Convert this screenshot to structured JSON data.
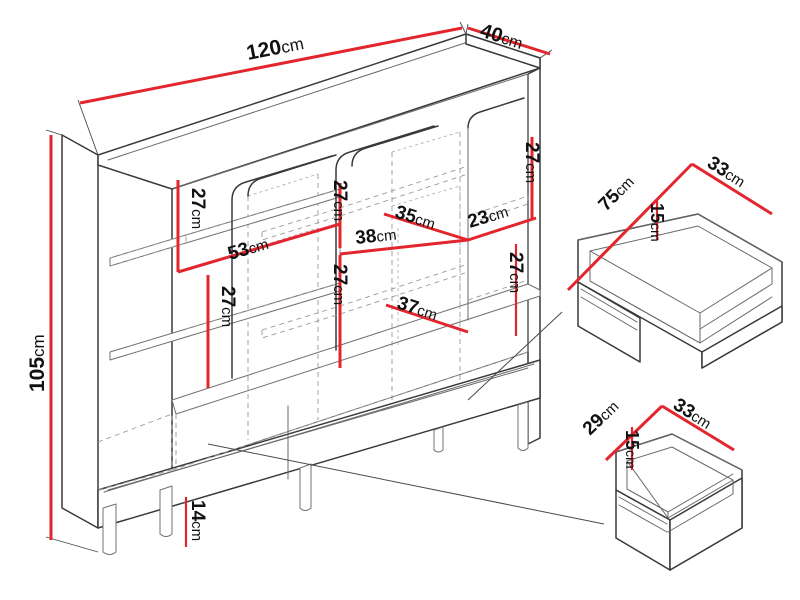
{
  "diagram": {
    "title": "Sideboard cabinet dimension drawing",
    "units": "cm",
    "colors": {
      "dimension_red": "#e3262d",
      "outline_gray": "#3a3a3a",
      "hidden_gray": "#9a9a9a",
      "background": "#ffffff"
    },
    "main_cabinet": {
      "name": "3-door sideboard",
      "overall": {
        "width": "120cm",
        "depth": "40cm",
        "height": "105cm",
        "leg_height": "14cm"
      },
      "interior": {
        "left_compartment_upper_height": "27cm",
        "left_compartment_lower_height": "27cm",
        "left_shelf_width": "53cm",
        "middle_upper_height": "27cm",
        "middle_lower_height": "27cm",
        "middle_shelf_width_front": "38cm",
        "middle_shelf_width_back": "35cm",
        "middle_shelf_width_lower": "37cm",
        "right_compartment_top_height": "27cm",
        "right_compartment_lower_height": "27cm",
        "right_shelf_width": "23cm"
      }
    },
    "drawer_large": {
      "name": "Large drawer",
      "width": "75cm",
      "depth": "33cm",
      "height": "15cm"
    },
    "drawer_small": {
      "name": "Small drawer",
      "width": "29cm",
      "depth": "33cm",
      "height": "15cm"
    },
    "labels": {
      "width_120": {
        "num": "120",
        "unit": "cm"
      },
      "depth_40": {
        "num": "40",
        "unit": "cm"
      },
      "height_105": {
        "num": "105",
        "unit": "cm"
      },
      "leg_14": {
        "num": "14",
        "unit": "cm"
      },
      "left_upper_27": {
        "num": "27",
        "unit": "cm"
      },
      "left_lower_27": {
        "num": "27",
        "unit": "cm"
      },
      "shelf_53": {
        "num": "53",
        "unit": "cm"
      },
      "mid_upper_27": {
        "num": "27",
        "unit": "cm"
      },
      "mid_lower_27": {
        "num": "27",
        "unit": "cm"
      },
      "shelf_38": {
        "num": "38",
        "unit": "cm"
      },
      "shelf_35": {
        "num": "35",
        "unit": "cm"
      },
      "shelf_37": {
        "num": "37",
        "unit": "cm"
      },
      "right_top_27": {
        "num": "27",
        "unit": "cm"
      },
      "right_lower_27": {
        "num": "27",
        "unit": "cm"
      },
      "shelf_23": {
        "num": "23",
        "unit": "cm"
      },
      "drawer_large_75": {
        "num": "75",
        "unit": "cm"
      },
      "drawer_large_33": {
        "num": "33",
        "unit": "cm"
      },
      "drawer_large_15": {
        "num": "15",
        "unit": "cm"
      },
      "drawer_small_29": {
        "num": "29",
        "unit": "cm"
      },
      "drawer_small_33": {
        "num": "33",
        "unit": "cm"
      },
      "drawer_small_15": {
        "num": "15",
        "unit": "cm"
      }
    }
  }
}
